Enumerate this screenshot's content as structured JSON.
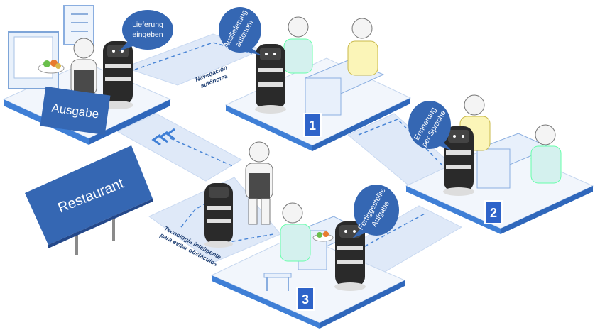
{
  "labels": {
    "pickup": "Ausgabe",
    "restaurant": "Restaurant",
    "bubble_order": [
      "Lieferung",
      "eingeben"
    ],
    "bubble_delivery": [
      "Auslieferung",
      "autonom"
    ],
    "bubble_voice": [
      "Erinnerung",
      "per Sprache"
    ],
    "bubble_done": [
      "Fertiggestellte",
      "Aufgabe"
    ],
    "path_nav": [
      "Navegación",
      "autónoma"
    ],
    "path_avoid": [
      "Tecnología inteligente",
      "para evitar obstáculos"
    ],
    "station_1": "1",
    "station_2": "2",
    "station_3": "3"
  },
  "colors": {
    "platform_top": "#f2f6fc",
    "platform_side": "#3f7fd6",
    "path": "#dfe9f8",
    "path_dash": "#4a86d6",
    "bubble": "#3567b3",
    "sign": "#3567b3",
    "station_badge": "#2e63c9",
    "robot": "#2a2a2a",
    "chef_apron": "#4a4a4a",
    "guest_cyan": "#d4f1ee",
    "guest_yellow": "#fbf5b8",
    "table": "#e8f0fb"
  }
}
